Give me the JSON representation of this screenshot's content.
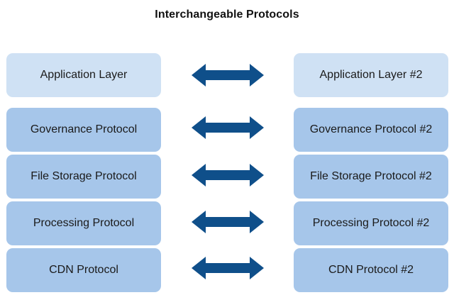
{
  "diagram": {
    "title": "Interchangeable Protocols",
    "colors": {
      "top_box": "#cfe1f4",
      "box": "#a6c6ea",
      "arrow": "#0f4f8a"
    },
    "rows": [
      {
        "left": "Application Layer",
        "right": "Application Layer #2",
        "arrow_icon": "double-arrow-icon"
      },
      {
        "left": "Governance Protocol",
        "right": "Governance Protocol #2",
        "arrow_icon": "double-arrow-icon"
      },
      {
        "left": "File Storage Protocol",
        "right": "File Storage Protocol #2",
        "arrow_icon": "double-arrow-icon"
      },
      {
        "left": "Processing Protocol",
        "right": "Processing Protocol #2",
        "arrow_icon": "double-arrow-icon"
      },
      {
        "left": "CDN Protocol",
        "right": "CDN Protocol #2",
        "arrow_icon": "double-arrow-icon"
      }
    ]
  }
}
